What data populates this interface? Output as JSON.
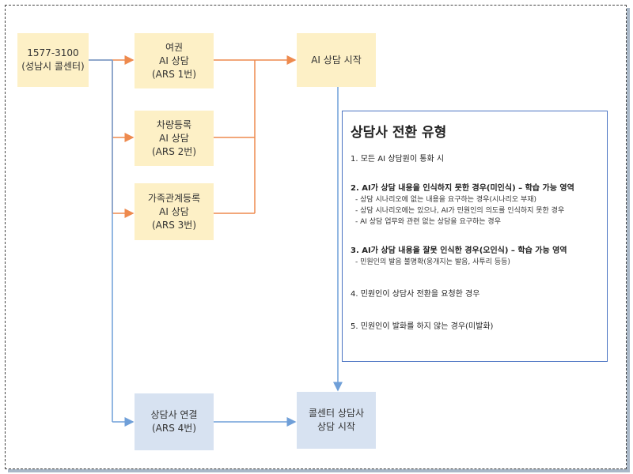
{
  "nodes": {
    "call_center": {
      "lines": [
        "1577-3100",
        "(성남시 콜센터)"
      ]
    },
    "ars1": {
      "lines": [
        "여권",
        "AI 상담",
        "(ARS 1번)"
      ]
    },
    "ars2": {
      "lines": [
        "차량등록",
        "AI 상담",
        "(ARS 2번)"
      ]
    },
    "ars3": {
      "lines": [
        "가족관계등록",
        "AI 상담",
        "(ARS 3번)"
      ]
    },
    "ai_start": {
      "lines": [
        "AI 상담 시작"
      ]
    },
    "ars4": {
      "lines": [
        "상담사 연결",
        "(ARS 4번)"
      ]
    },
    "cc_start": {
      "lines": [
        "콜센터 상담사",
        "상담 시작"
      ]
    }
  },
  "panel": {
    "title": "상담사 전환 유형",
    "item1": "1.  모든 AI 상담원이 통화 시",
    "item2": {
      "heading": "2.  AI가 상담 내용을 인식하지 못한 경우(미인식) – 학습 가능 영역",
      "subs": [
        "- 상담 시나리오에 없는 내용을 요구하는 경우(시나리오 부재)",
        "- 상담 시나리오에는 있으나, AI가 민원인의 의도를 인식하지 못한 경우",
        "- AI 상담 업무와 관련 없는 상담을 요구하는 경우"
      ]
    },
    "item3": {
      "heading": "3. AI가 상담 내용을 잘못 인식한 경우(오인식) – 학습 가능 영역",
      "subs": [
        "- 민원인의 발음 불명확(웅개지는 발음, 사투리 등등)"
      ]
    },
    "item4": "4. 민원인이 상담사 전환을 요청한 경우",
    "item5": "5. 민원인이 발화를 하지 않는 경우(미발화)"
  },
  "colors": {
    "orange_arrow": "#ee8a4e",
    "blue_arrow": "#6f9fd8",
    "yellow_box": "#fdf0c6",
    "blue_box": "#d7e2f1",
    "panel_border": "#4a73c2"
  }
}
